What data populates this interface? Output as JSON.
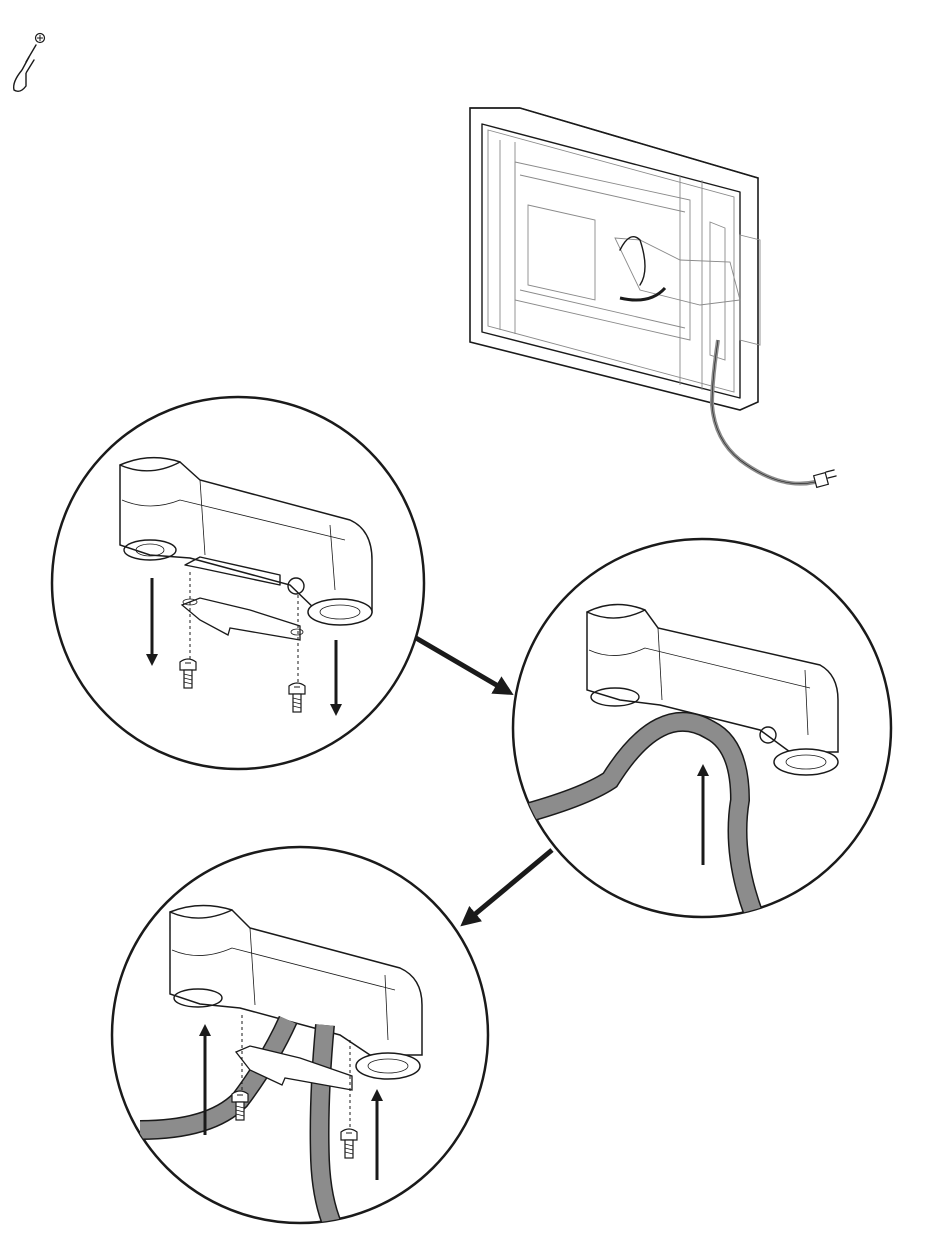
{
  "document": {
    "type": "installation-instruction-illustration",
    "text": []
  },
  "tool": {
    "icon": "phillips-screwdriver-icon"
  },
  "steps": [
    {
      "id": "overview",
      "icon": "tv-mount-overview"
    },
    {
      "id": "remove-cable-clip",
      "icon": "arm-cover-removal-detail"
    },
    {
      "id": "insert-cable",
      "icon": "cable-insertion-detail"
    },
    {
      "id": "reinstall-cable-clip",
      "icon": "arm-cover-reinstall-detail"
    }
  ],
  "colors": {
    "ink": "#1a1a1a",
    "cable": "#8c8c8c",
    "background": "#ffffff"
  }
}
